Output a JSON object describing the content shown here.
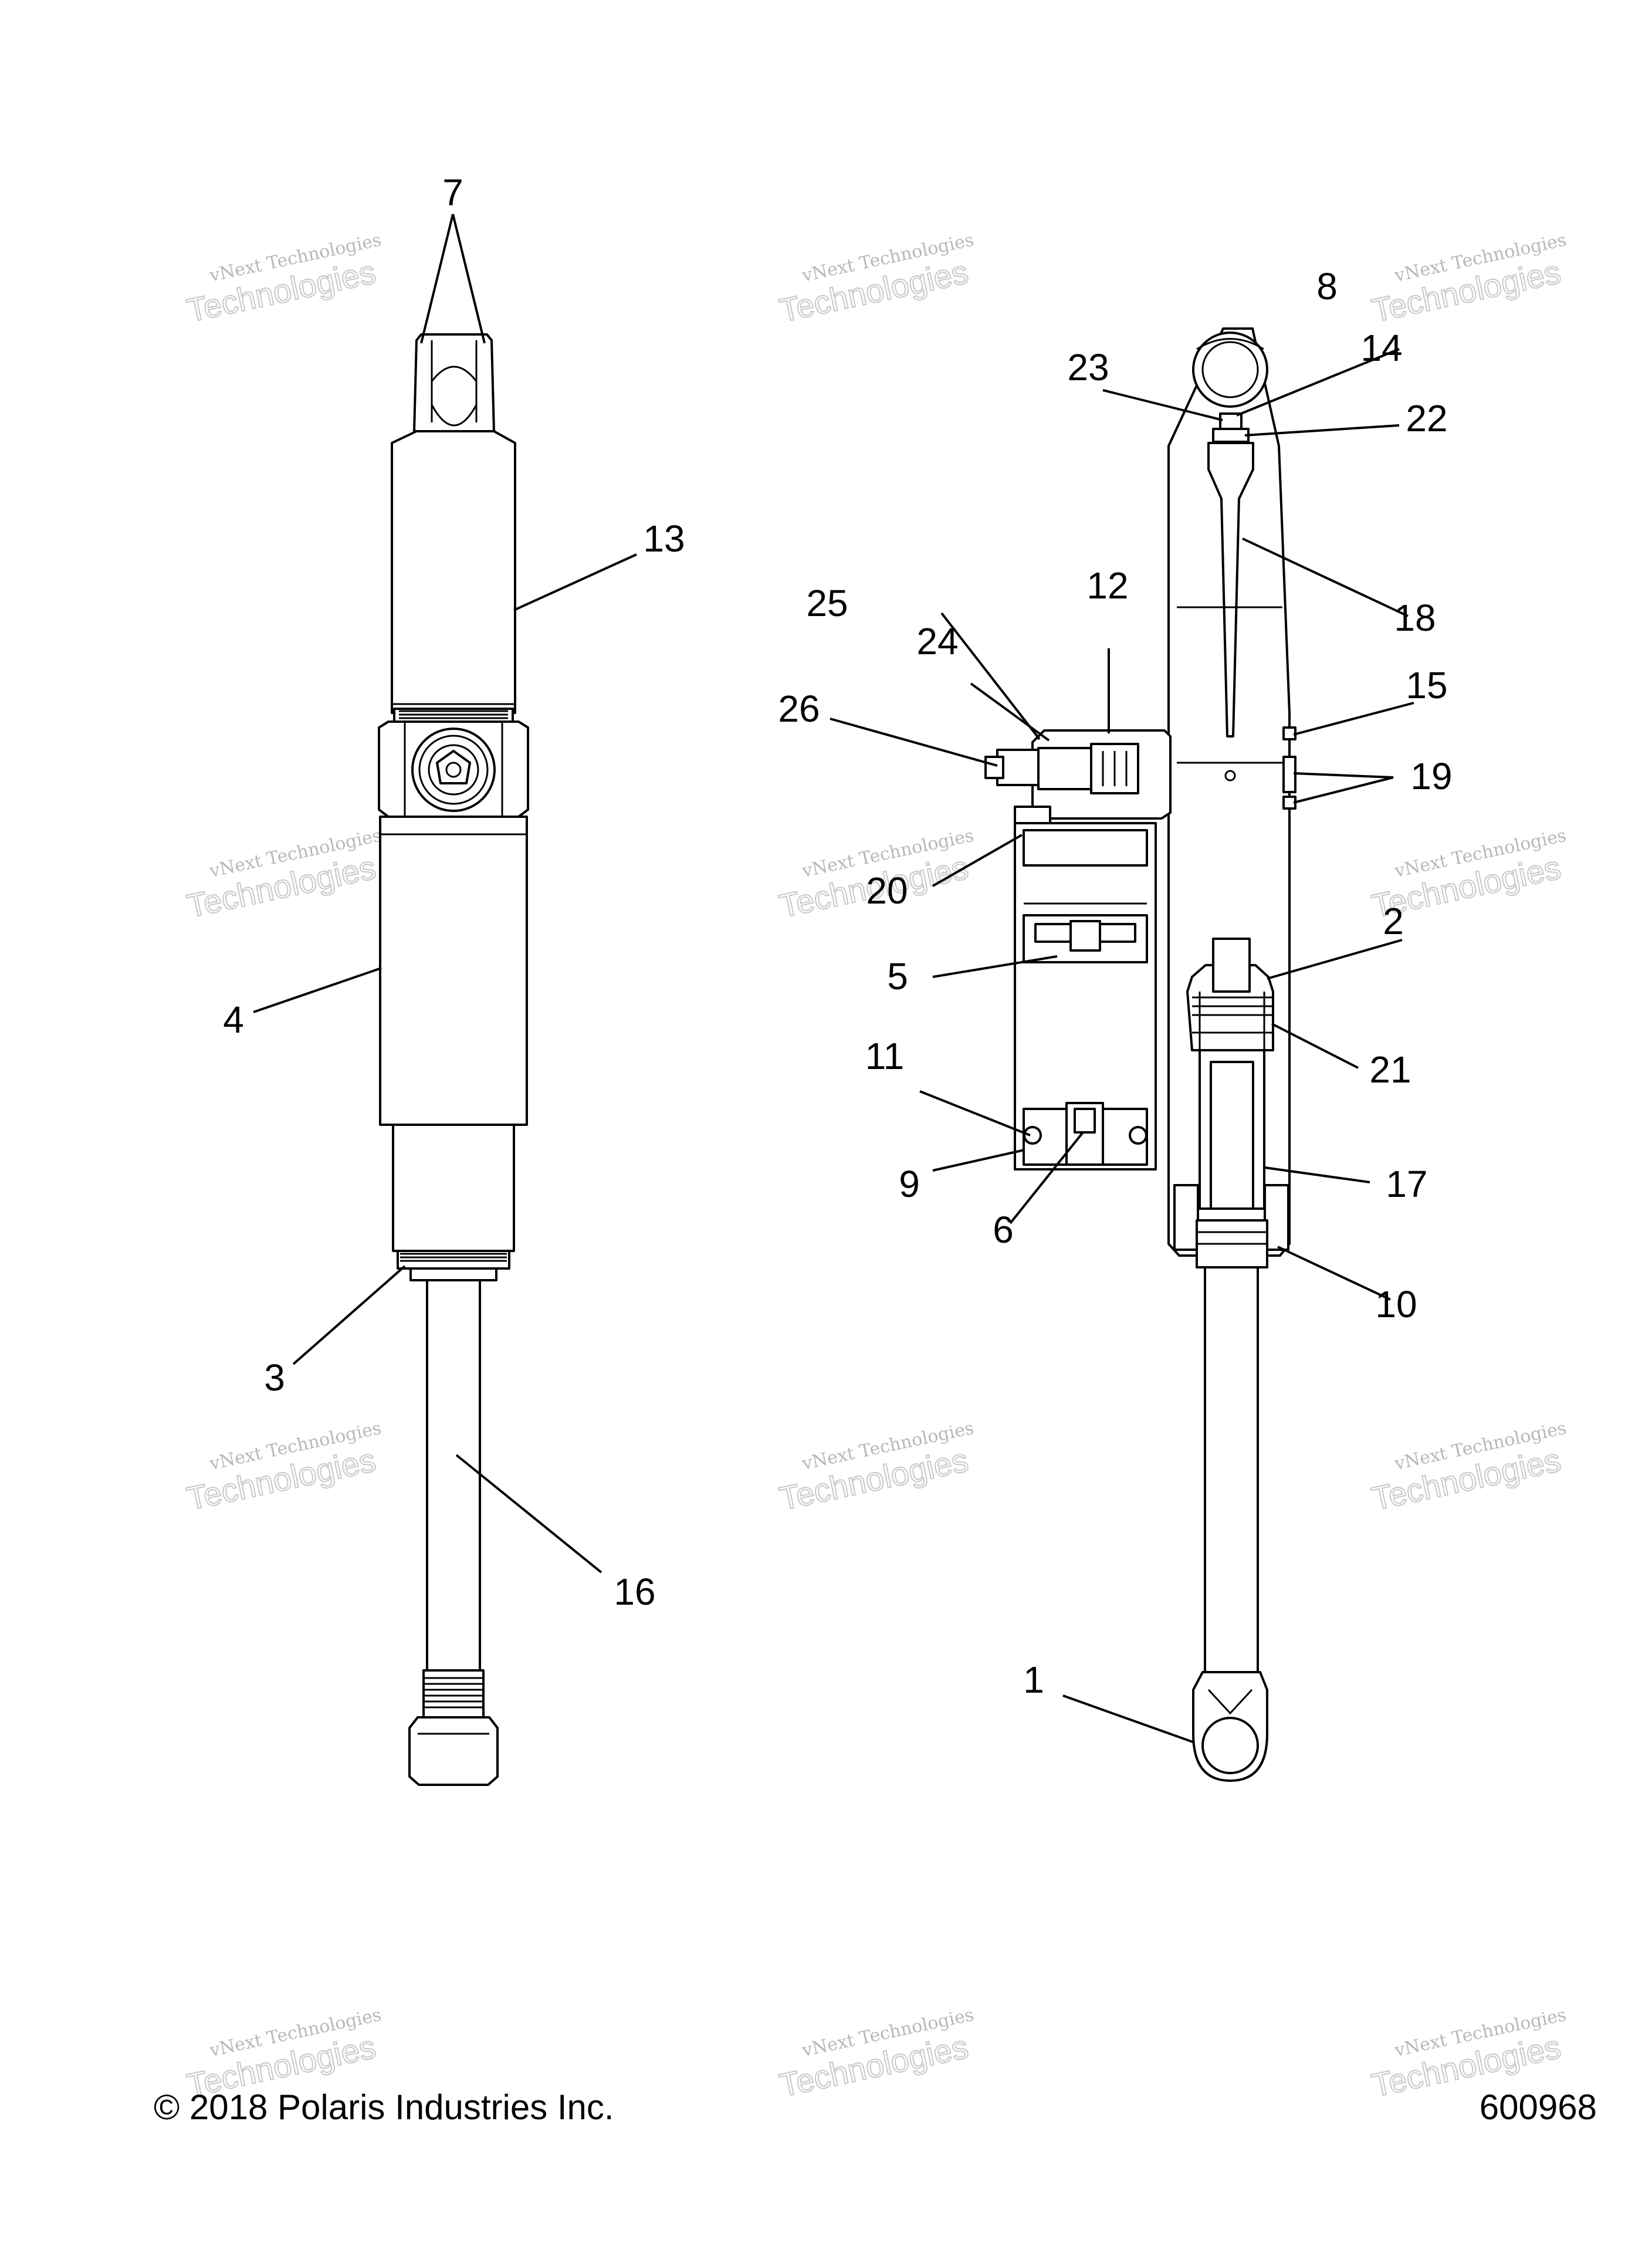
{
  "watermark": {
    "line1": "vNext Technologies",
    "line2": "Technologies"
  },
  "callouts": [
    "1",
    "2",
    "3",
    "4",
    "5",
    "6",
    "7",
    "8",
    "9",
    "10",
    "11",
    "12",
    "13",
    "14",
    "15",
    "16",
    "17",
    "18",
    "19",
    "20",
    "21",
    "22",
    "23",
    "24",
    "25",
    "26"
  ],
  "footer": {
    "copyright": "© 2018 Polaris Industries Inc.",
    "diagram_number": "600968"
  }
}
